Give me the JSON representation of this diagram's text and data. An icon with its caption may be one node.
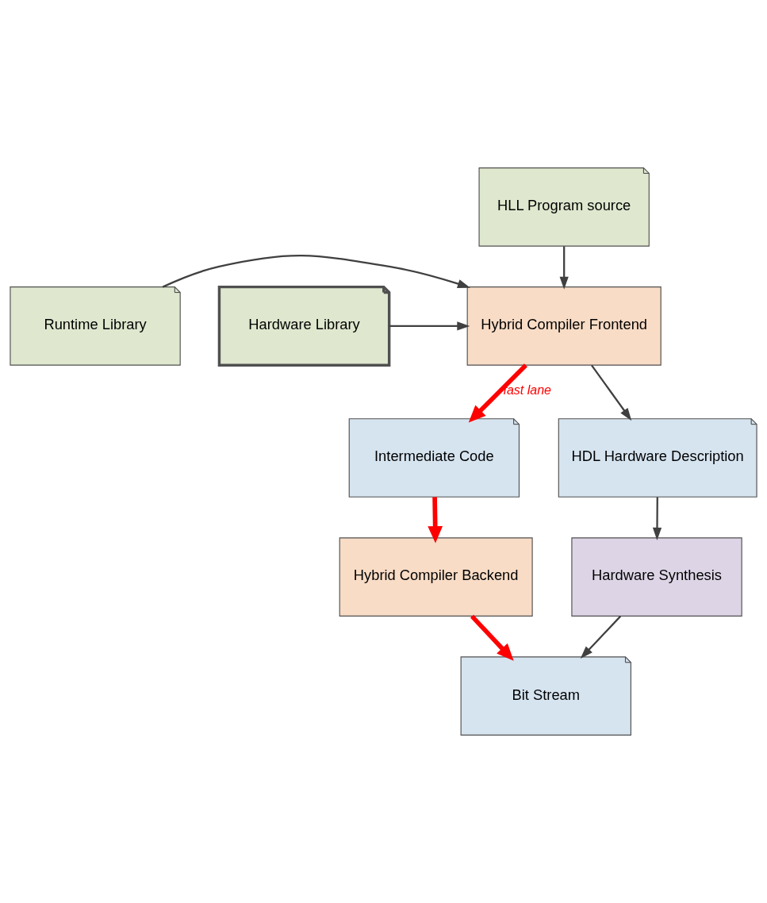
{
  "diagram": {
    "nodes": [
      {
        "text": [
          "HLL Program source"
        ]
      },
      {
        "text": [
          "Runtime Library"
        ]
      },
      {
        "text": [
          "Hybrid Compiler Frontend"
        ]
      },
      {
        "text": [
          "Hardware Library"
        ]
      },
      {
        "text": [
          "Intermediate Code"
        ]
      },
      {
        "text": [
          "HDL Hardware Description"
        ]
      },
      {
        "text": [
          "Hybrid Compiler Backend"
        ]
      },
      {
        "text": [
          "Hardware Synthesis"
        ]
      },
      {
        "text": [
          "Bit Stream"
        ]
      }
    ],
    "edges": [
      {
        "from": 0,
        "to": 2,
        "arrow": "to"
      },
      {
        "from": 1,
        "to": 2,
        "arrow": "to"
      },
      {
        "from": 3,
        "to": 2,
        "arrow": "to"
      },
      {
        "from": 2,
        "to": 4,
        "arrow": "to",
        "label": "fast lane",
        "style": "thick",
        "color": "#ff0000"
      },
      {
        "from": 2,
        "to": 5,
        "arrow": "to"
      },
      {
        "from": 4,
        "to": 6,
        "arrow": "to",
        "style": "thick",
        "color": "#ff0000"
      },
      {
        "from": 5,
        "to": 7,
        "arrow": "to"
      },
      {
        "from": 6,
        "to": 8,
        "arrow": "to",
        "style": "thick",
        "color": "#ff0000"
      },
      {
        "from": 7,
        "to": 8,
        "arrow": "to"
      }
    ]
  }
}
